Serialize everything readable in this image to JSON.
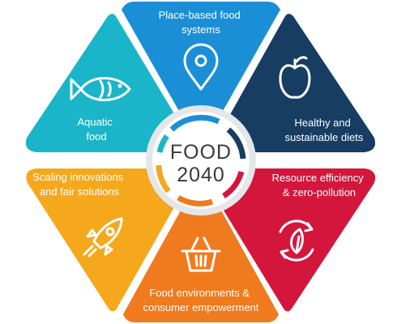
{
  "center": {
    "line1": "FOOD",
    "line2": "2040"
  },
  "segments": [
    {
      "id": "place",
      "label_lines": [
        "Place-based food",
        "systems"
      ],
      "color": "#1b8fd6",
      "icon": "location-pin-icon"
    },
    {
      "id": "health",
      "label_lines": [
        "Healthy and",
        "sustainable diets"
      ],
      "color": "#173d63",
      "icon": "apple-icon"
    },
    {
      "id": "resource",
      "label_lines": [
        "Resource efficiency",
        "& zero-pollution"
      ],
      "color": "#d4163c",
      "icon": "leaf-recycle-icon"
    },
    {
      "id": "environments",
      "label_lines": [
        "Food environments &",
        "consumer empowerment"
      ],
      "color": "#f07a1e",
      "icon": "shopping-basket-icon"
    },
    {
      "id": "scaling",
      "label_lines": [
        "Scaling innovations",
        "and fair solutions"
      ],
      "color": "#f5a81c",
      "icon": "rocket-icon"
    },
    {
      "id": "aquatic",
      "label_lines": [
        "Aquatic",
        "food"
      ],
      "color": "#1ab5c9",
      "icon": "fish-icon"
    }
  ]
}
